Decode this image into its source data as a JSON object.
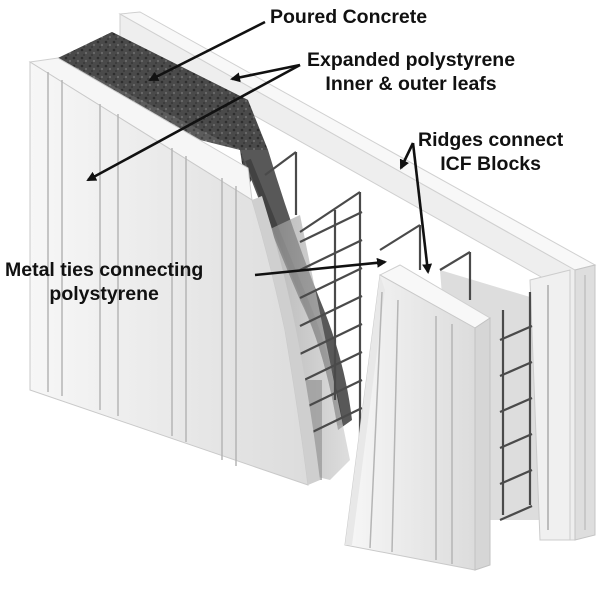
{
  "diagram": {
    "subject": "Insulated Concrete Form (ICF) wall cutaway",
    "labels": [
      {
        "id": "poured-concrete",
        "lines": [
          "Poured Concrete"
        ]
      },
      {
        "id": "expanded-polystyrene",
        "lines": [
          "Expanded polystyrene",
          "Inner & outer leafs"
        ]
      },
      {
        "id": "ridges",
        "lines": [
          "Ridges connect",
          "ICF Blocks"
        ]
      },
      {
        "id": "metal-ties",
        "lines": [
          "Metal ties connecting",
          "polystyrene"
        ]
      }
    ],
    "colors": {
      "foam_light": "#f4f4f4",
      "foam_mid": "#e2e2e2",
      "foam_shadow": "#c8c8c8",
      "concrete_dark": "#3c3c3c",
      "concrete_mid": "#6a6a6a",
      "rebar": "#4a4a4a",
      "arrow": "#111111"
    }
  }
}
